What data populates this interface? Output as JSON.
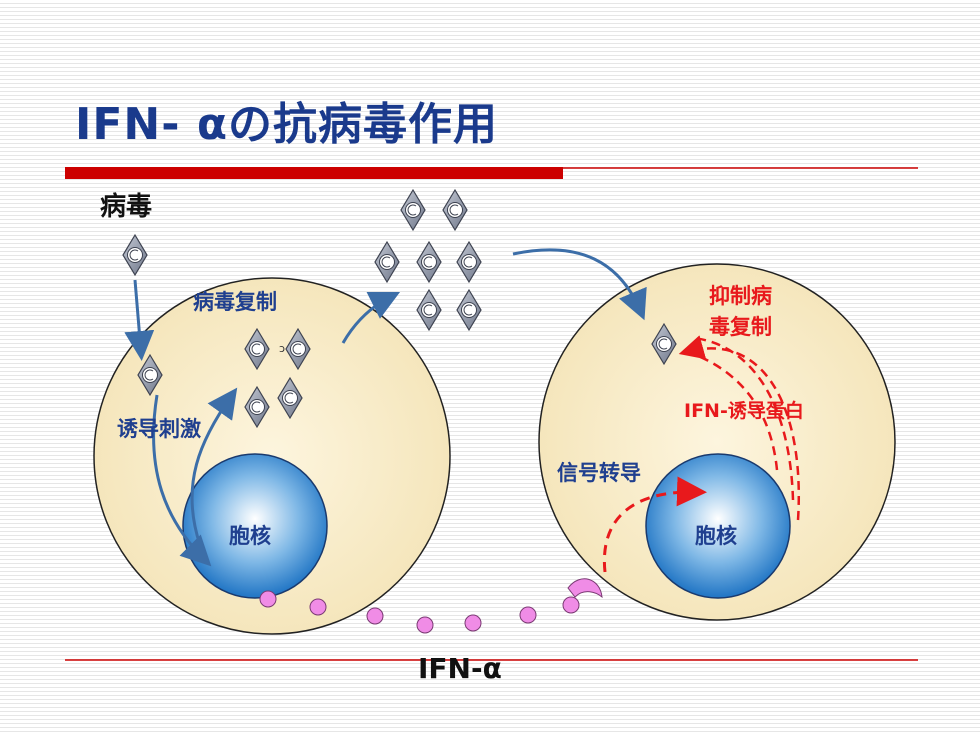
{
  "slide": {
    "title": "IFN- αの抗病毒作用",
    "virus_label": "病毒",
    "left_cell": {
      "replication_label": "病毒复制",
      "induce_label": "诱导刺激",
      "nucleus_label": "胞核"
    },
    "right_cell": {
      "inhibit_label_line1": "抑制病",
      "inhibit_label_line2": "毒复制",
      "protein_label": "IFN-诱导蛋白",
      "signal_label": "信号转导",
      "nucleus_label": "胞核"
    },
    "ifn_label": "IFN-α"
  },
  "colors": {
    "title": "#1a3a8c",
    "label_blue": "#1f3f8f",
    "label_red": "#e8191c",
    "accent_bar": "#cc0000",
    "cell_fill": "#f7ebc8",
    "arrow_blue": "#3c6ea8",
    "ifn_dot": "#f08ce6",
    "virus_fill": "#8c94a6"
  }
}
